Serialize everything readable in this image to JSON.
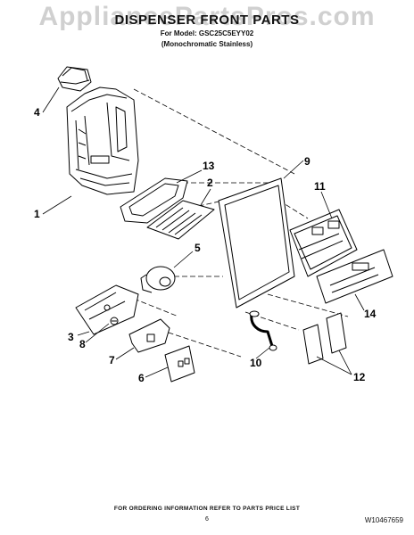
{
  "watermark": "AppliancePartsPros.com",
  "header": {
    "title": "DISPENSER FRONT PARTS",
    "model_line": "For Model: GSC25C5EYY02",
    "variant_line": "(Monochromatic Stainless)"
  },
  "callouts": [
    "1",
    "2",
    "3",
    "4",
    "5",
    "6",
    "7",
    "8",
    "9",
    "10",
    "11",
    "12",
    "13",
    "14"
  ],
  "footer": {
    "note": "FOR ORDERING INFORMATION REFER TO PARTS PRICE LIST",
    "page_number": "6",
    "doc_number": "W10467659"
  }
}
